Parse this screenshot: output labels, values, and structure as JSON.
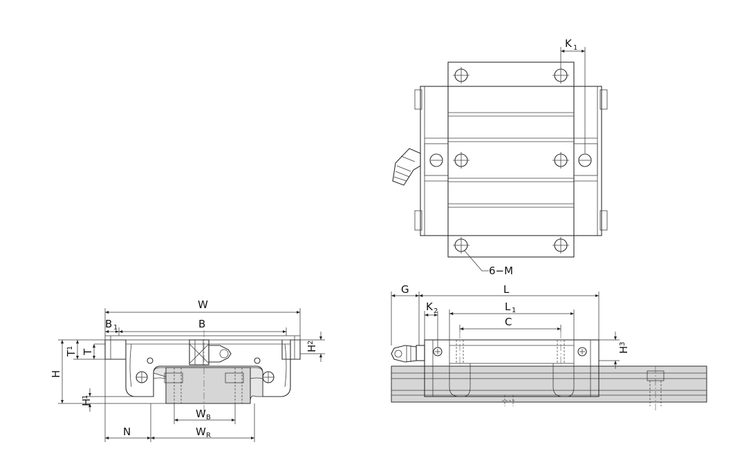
{
  "labels": {
    "K": "K",
    "K_sub": "1",
    "M": "6−M",
    "G": "G",
    "L": "L",
    "K2": "K",
    "K2_sub": "2",
    "L1": "L",
    "L1_sub": "1",
    "C": "C",
    "H3": "H",
    "H3_sub": "3",
    "W": "W",
    "B1": "B",
    "B1_sub": "1",
    "B": "B",
    "H2": "H",
    "H2_sub": "2",
    "T1": "T",
    "T1_sub": "1",
    "T": "T",
    "H": "H",
    "H1": "H",
    "H1_sub": "1",
    "WB": "W",
    "WB_sub": "B",
    "N": "N",
    "WR": "W",
    "WR_sub": "R"
  }
}
